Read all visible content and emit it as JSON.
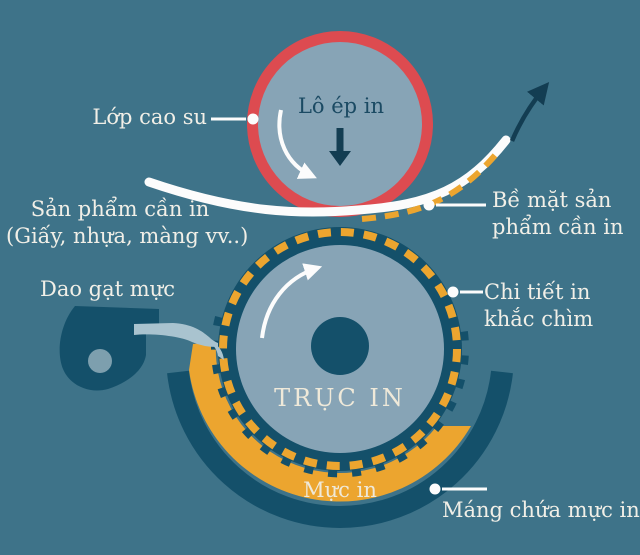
{
  "palette": {
    "bg": "#3e7389",
    "dark": "#14506a",
    "navy": "#133d52",
    "navy_text": "#1b4a63",
    "red": "#dd4b50",
    "roller_fill": "#87a4b6",
    "orange": "#eca52f",
    "white": "#fcfcfc",
    "ivory": "#efe9d9",
    "label": "#f1efe7",
    "blade": "#a9c3cf",
    "hole": "#7d9fae"
  },
  "labels": {
    "impression_roller": "Lô ép in",
    "rubber_layer": "Lớp cao su",
    "substrate_line1": "Sản phẩm cần in",
    "substrate_line2": "(Giấy, nhựa, màng vv..)",
    "doctor_blade": "Dao gạt mực",
    "printed_surface_line1": "Bề mặt sản",
    "printed_surface_line2": "phẩm cần in",
    "engraved_detail_line1": "Chi tiết in",
    "engraved_detail_line2": "khắc chìm",
    "printing_cylinder": "TRỤC IN",
    "ink": "Mực in",
    "ink_tray": "Máng chứa mực in"
  }
}
